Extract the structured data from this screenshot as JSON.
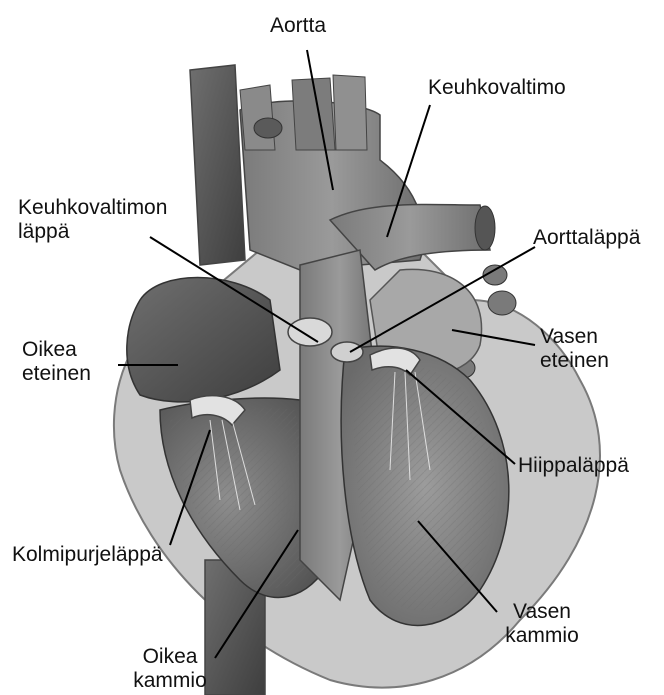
{
  "labels": {
    "aortta": "Aortta",
    "keuhkovaltimo": "Keuhkovaltimo",
    "keuhkovaltimon_lappa": [
      "Keuhkovaltimon",
      "läppä"
    ],
    "aorttalappa": "Aorttaläppä",
    "oikea_eteinen": [
      "Oikea",
      "eteinen"
    ],
    "vasen_eteinen": [
      "Vasen",
      "eteinen"
    ],
    "hiippalappa": "Hiippaläppä",
    "kolmipurjelappa": "Kolmipurjeläppä",
    "oikea_kammio": [
      "Oikea",
      "kammio"
    ],
    "vasen_kammio": [
      "Vasen",
      "kammio"
    ]
  },
  "colors": {
    "tissue_dark": "#5a5a5a",
    "tissue_mid": "#8a8a8a",
    "tissue_light": "#bdbdbd",
    "leader_line": "#000000",
    "background": "#ffffff"
  }
}
